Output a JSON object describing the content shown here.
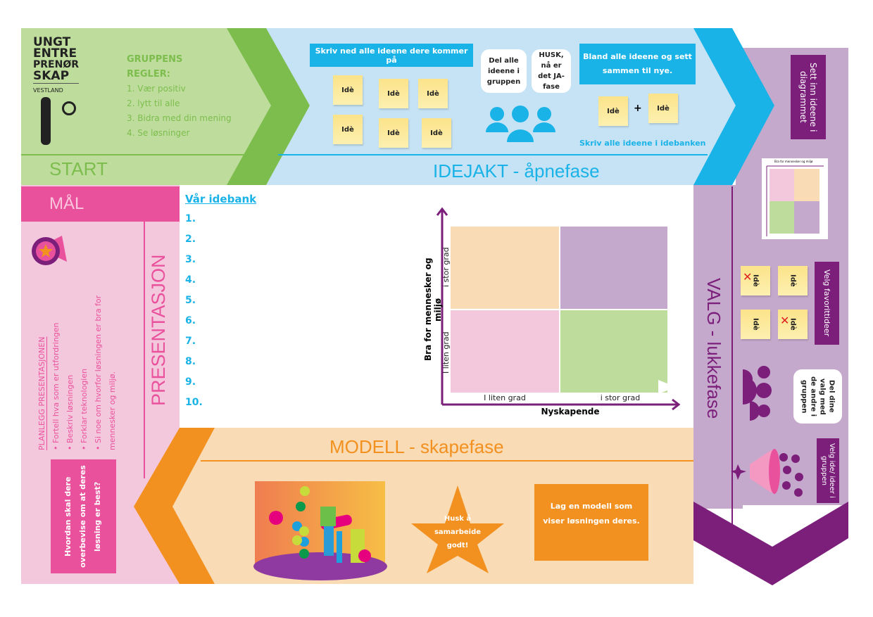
{
  "colors": {
    "green": "#7dbd4d",
    "green_light": "#bedd9d",
    "blue": "#1ab3e8",
    "blue_light": "#c5e3f5",
    "purple": "#7b1f7b",
    "purple_light": "#c5a9cc",
    "pink": "#ea519d",
    "pink_light": "#f4c8dc",
    "orange": "#f29120",
    "orange_light": "#f9dbb5"
  },
  "logo": {
    "lines": [
      "UNGT",
      "ENTRE",
      "PRENØR",
      "SKAP"
    ],
    "sub": "VESTLAND"
  },
  "start": {
    "title": "START",
    "rules_heading_1": "GRUPPENS",
    "rules_heading_2": "REGLER:",
    "rules": [
      "1. Vær positiv",
      "2. lytt til alle",
      "3. Bidra med din mening",
      "4. Se løsninger"
    ]
  },
  "idejakt": {
    "title": "IDEJAKT - åpnefase",
    "write_box": "Skriv ned alle ideene dere kommer på",
    "sticky": "Idè",
    "bubble_1": "Del alle ideene i gruppen",
    "bubble_2": "HUSK, nå er det JA-fase",
    "mix_box": "Bland alle ideene og sett sammen til nye.",
    "plus": "+",
    "bank_note": "Skriv alle ideene i idebanken"
  },
  "valg": {
    "title": "VALG - lukkefase",
    "box_1": "Sett inn ideene i diagrammet",
    "box_2": "Velg favorittideer",
    "bubble": "Del dine valg med de andre i gruppen",
    "box_3": "Velg ide/ ideer i gruppen",
    "sticky": "Idè",
    "mini_diagram_title": "Bra for mennesker og miljø"
  },
  "mal": {
    "title": "MÅL",
    "presentation": "PRESENTASJON",
    "plan_heading": "PLANLEGG PRESENTASJONEN",
    "plan_items": [
      "Fortell hva som er utfordringen",
      "Beskriv løsningen",
      "Forklar teknologien",
      "Si noe om hvorfor løsningen er bra for mennesker og miljø."
    ],
    "question_box": "Hvordan skal dere overbevise om at deres løsning er best?"
  },
  "idebank": {
    "title": "Vår idebank",
    "items": [
      "1.",
      "2.",
      "3.",
      "4.",
      "5.",
      "6.",
      "7.",
      "8.",
      "9.",
      "10."
    ]
  },
  "diagram": {
    "y_label": "Bra for mennesker og miljø",
    "x_label": "Nyskapende",
    "y_high": "i stor grad",
    "y_low": "I liten grad",
    "x_low": "I liten grad",
    "x_high": "i stor grad"
  },
  "modell": {
    "title": "MODELL - skapefase",
    "star": "Husk å samarbeide godt!",
    "box": "Lag en modell som viser løsningen deres."
  }
}
